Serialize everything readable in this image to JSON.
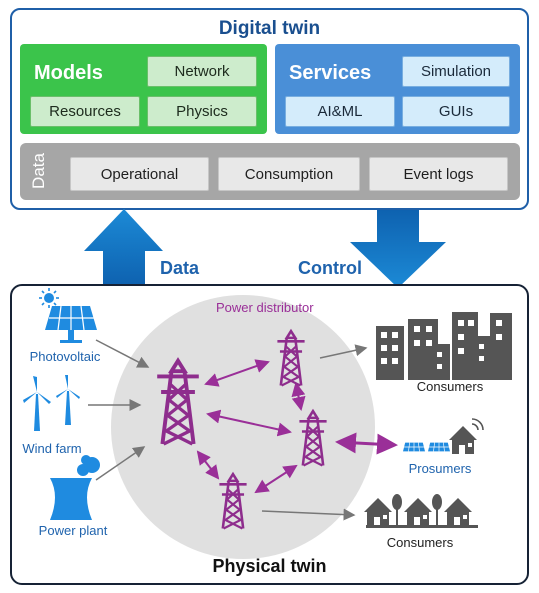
{
  "digital_twin": {
    "title": "Digital twin",
    "models": {
      "label": "Models",
      "items": [
        "Network",
        "Resources",
        "Physics"
      ]
    },
    "services": {
      "label": "Services",
      "items": [
        "Simulation",
        "AI&ML",
        "GUIs"
      ]
    },
    "data": {
      "label": "Data",
      "items": [
        "Operational",
        "Consumption",
        "Event logs"
      ]
    }
  },
  "flows": {
    "up_label": "Data",
    "down_label": "Control"
  },
  "physical_twin": {
    "title": "Physical twin",
    "distributor_label": "Power distributor",
    "sources": [
      "Photovoltaic",
      "Wind farm",
      "Power plant"
    ],
    "consumers_top": "Consumers",
    "prosumers": "Prosumers",
    "consumers_bottom": "Consumers"
  },
  "colors": {
    "frame_blue": "#1f5fa8",
    "models_green": "#3bc44b",
    "services_blue": "#4a8fd7",
    "data_gray": "#a6a6a6",
    "arrow_blue": "#1777c3",
    "purple": "#8e2d8d",
    "icon_blue": "#1f8be0"
  },
  "icons": [
    "sun-icon",
    "solar-panel-icon",
    "wind-turbine-icon",
    "power-plant-icon",
    "transmission-tower-icon",
    "buildings-icon",
    "houses-icon",
    "wifi-icon"
  ]
}
